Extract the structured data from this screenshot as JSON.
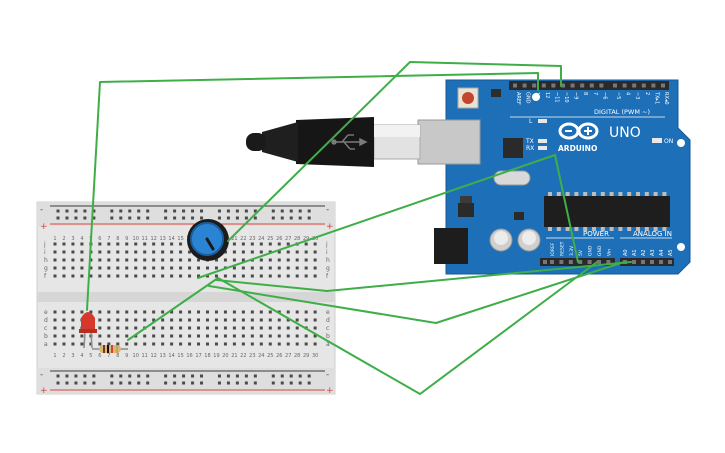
{
  "board": {
    "brand": "ARDUINO",
    "model": "UNO",
    "digital_header_label": "DIGITAL (PWM ~)",
    "power_label": "POWER",
    "analog_label": "ANALOG IN",
    "on_label": "ON",
    "l_label": "L",
    "tx_label": "TX",
    "rx_label": "RX",
    "digital_pins": [
      "AREF",
      "GND",
      "13",
      "12",
      "~11",
      "~10",
      "~9",
      "8",
      "7",
      "~6",
      "~5",
      "4",
      "~3",
      "2",
      "TX▸1",
      "RX◂0"
    ],
    "power_pins": [
      "IOREF",
      "RESET",
      "3.3V",
      "5V",
      "GND",
      "GND",
      "Vin"
    ],
    "analog_pins": [
      "A0",
      "A1",
      "A2",
      "A3",
      "A4",
      "A5"
    ]
  },
  "breadboard": {
    "row_letters_top": [
      "j",
      "i",
      "h",
      "g",
      "f"
    ],
    "row_letters_bottom": [
      "e",
      "d",
      "c",
      "b",
      "a"
    ],
    "column_numbers": [
      "1",
      "2",
      "3",
      "4",
      "5",
      "6",
      "7",
      "8",
      "9",
      "10",
      "11",
      "12",
      "13",
      "14",
      "15",
      "16",
      "17",
      "18",
      "19",
      "20",
      "21",
      "22",
      "23",
      "24",
      "25",
      "26",
      "27",
      "28",
      "29",
      "30"
    ],
    "rail_plus": "+",
    "rail_minus": "-"
  },
  "colors": {
    "wire": "#3fae49",
    "board_blue": "#1d6fb8",
    "breadboard": "#e6e6e6",
    "rail_red": "#d9453b",
    "led": "#d6392c",
    "pot": "#2a83d3"
  }
}
